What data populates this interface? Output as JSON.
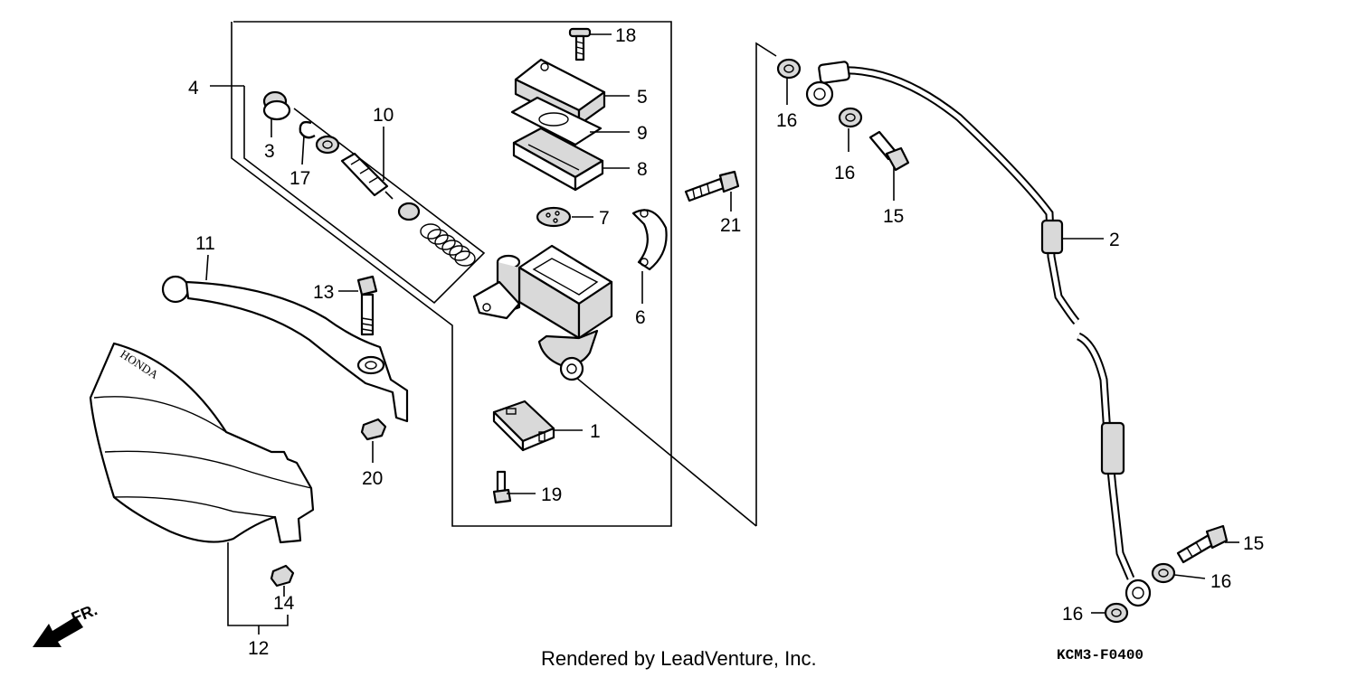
{
  "callouts": {
    "c1": "1",
    "c2": "2",
    "c3": "3",
    "c4": "4",
    "c5": "5",
    "c6": "6",
    "c7": "7",
    "c8": "8",
    "c9": "9",
    "c10": "10",
    "c11": "11",
    "c12": "12",
    "c13": "13",
    "c14": "14",
    "c15a": "15",
    "c15b": "15",
    "c16a": "16",
    "c16b": "16",
    "c16c": "16",
    "c16d": "16",
    "c17": "17",
    "c18": "18",
    "c19": "19",
    "c20": "20",
    "c21": "21"
  },
  "brand_text": "HONDA",
  "direction": "FR.",
  "footer": "Rendered by LeadVenture, Inc.",
  "diagram_code": "KCM3-F0400"
}
